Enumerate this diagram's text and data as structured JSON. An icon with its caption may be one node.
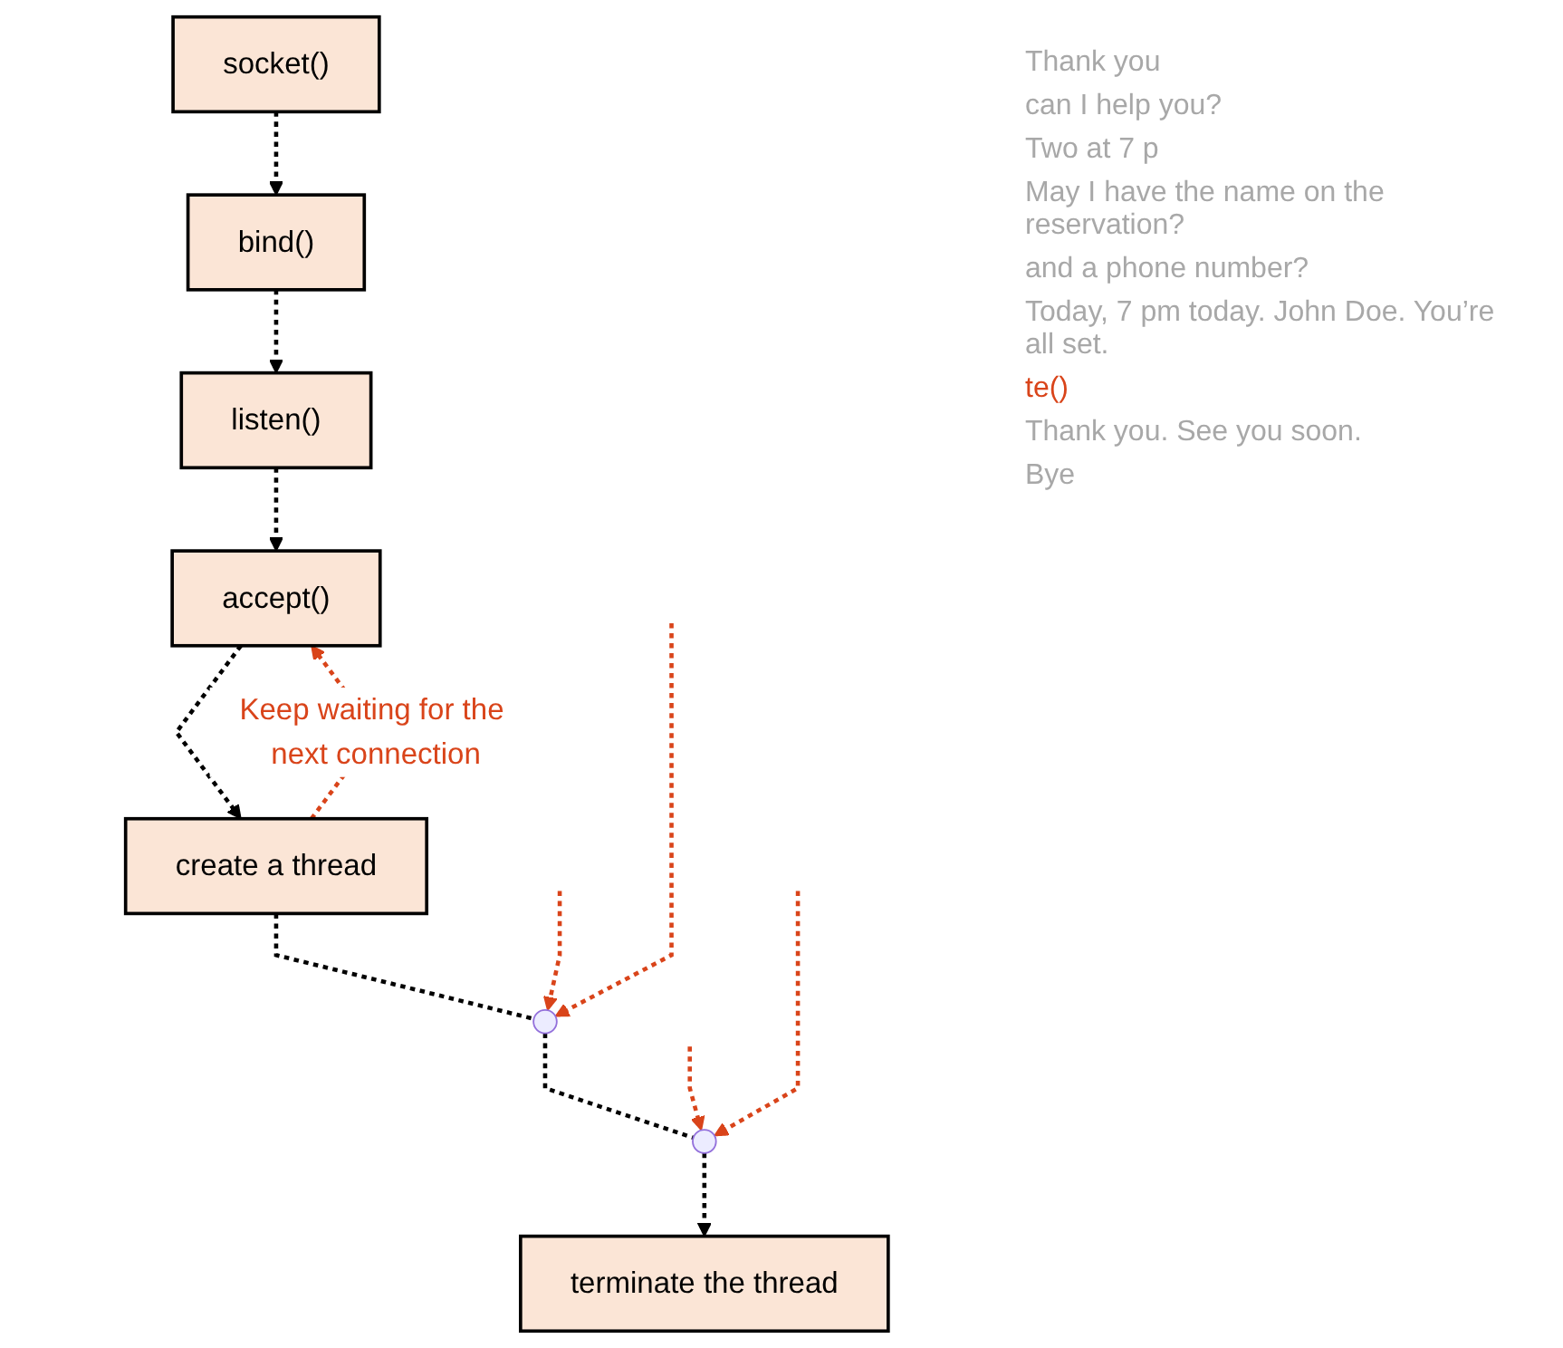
{
  "diagram": {
    "nodes": [
      {
        "text": [
          "socket()"
        ]
      },
      {
        "text": [
          "bind()"
        ]
      },
      {
        "text": [
          "listen()"
        ]
      },
      {
        "text": [
          "accept()"
        ]
      },
      {
        "text": [
          "create a thread"
        ]
      },
      {
        "text": [],
        "shape": "point"
      },
      {
        "text": [],
        "shape": "point"
      },
      {
        "text": [
          "terminate the thread"
        ]
      }
    ],
    "edges": [
      {
        "from": 0,
        "to": 1,
        "arrow": "to",
        "style": "dashed"
      },
      {
        "from": 1,
        "to": 2,
        "arrow": "to",
        "style": "dashed"
      },
      {
        "from": 2,
        "to": 3,
        "arrow": "to",
        "style": "dashed"
      },
      {
        "from": 3,
        "to": 4,
        "arrow": "to",
        "style": "dashed"
      },
      {
        "from": 4,
        "to": 3,
        "arrow": "to",
        "style": "dashed",
        "color": "#d9441a",
        "label": "Keep waiting for the next connection"
      },
      {
        "from": 4,
        "to": 5,
        "arrow": "none",
        "style": "dashed"
      },
      {
        "from": 5,
        "to": 6,
        "arrow": "none",
        "style": "dashed"
      },
      {
        "from": 6,
        "to": 7,
        "arrow": "to",
        "style": "dashed"
      },
      {
        "from": null,
        "to": 5,
        "arrow": "to",
        "style": "dashed",
        "color": "#d9441a"
      },
      {
        "from": null,
        "to": 5,
        "arrow": "to",
        "style": "dashed",
        "color": "#d9441a"
      },
      {
        "from": null,
        "to": 6,
        "arrow": "to",
        "style": "dashed",
        "color": "#d9441a"
      },
      {
        "from": null,
        "to": 6,
        "arrow": "to",
        "style": "dashed",
        "color": "#d9441a"
      }
    ],
    "labels": [
      "Thank you",
      "can I help you?",
      "Two at 7 p",
      "May I have the name on the reservation?",
      "and a phone number?",
      "Today, 7 pm today. John Doe. You’re all set.",
      "te()",
      "Thank you. See you soon.",
      "Bye"
    ]
  }
}
